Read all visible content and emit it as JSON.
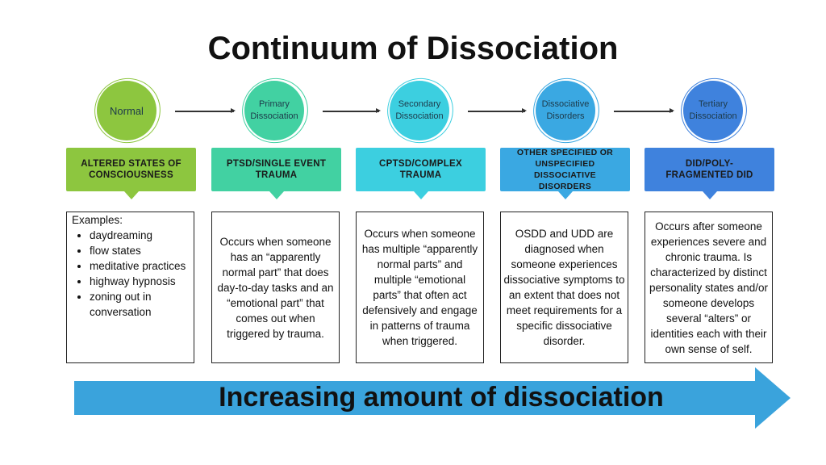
{
  "title": "Continuum of Dissociation",
  "stages": [
    {
      "circle": "Normal",
      "header": "ALTERED STATES OF CONSCIOUSNESS",
      "color": "#8dc63f",
      "intro": "Examples:",
      "items": [
        "daydreaming",
        "flow states",
        "meditative practices",
        "highway hypnosis",
        "zoning out in conversation"
      ]
    },
    {
      "circle": "Primary Dissociation",
      "header": "PTSD/SINGLE EVENT TRAUMA",
      "color": "#42d1a2",
      "text": "Occurs when someone has an “apparently normal part” that does day-to-day tasks and an “emotional part” that comes out when triggered by trauma."
    },
    {
      "circle": "Secondary Dissociation",
      "header": "CPTSD/COMPLEX TRAUMA",
      "color": "#3ccfe0",
      "text": "Occurs when someone has multiple “apparently normal parts” and multiple “emotional parts” that often act defensively and engage in patterns of trauma when triggered."
    },
    {
      "circle": "Dissociative Disorders",
      "header": "OTHER SPECIFIED OR UNSPECIFIED DISSOCIATIVE DISORDERS",
      "color": "#3aa8e2",
      "text": "OSDD and UDD are diagnosed when someone experiences dissociative symptoms to an extent that does not meet requirements for a specific dissociative disorder."
    },
    {
      "circle": "Tertiary Dissociation",
      "header": "DID/POLY-FRAGMENTED DID",
      "color": "#3f82dd",
      "text": "Occurs after someone experiences severe and chronic trauma. Is characterized by distinct personality states and/or someone develops several “alters” or identities each with their own sense of self."
    }
  ],
  "axis_label": "Increasing amount of dissociation"
}
